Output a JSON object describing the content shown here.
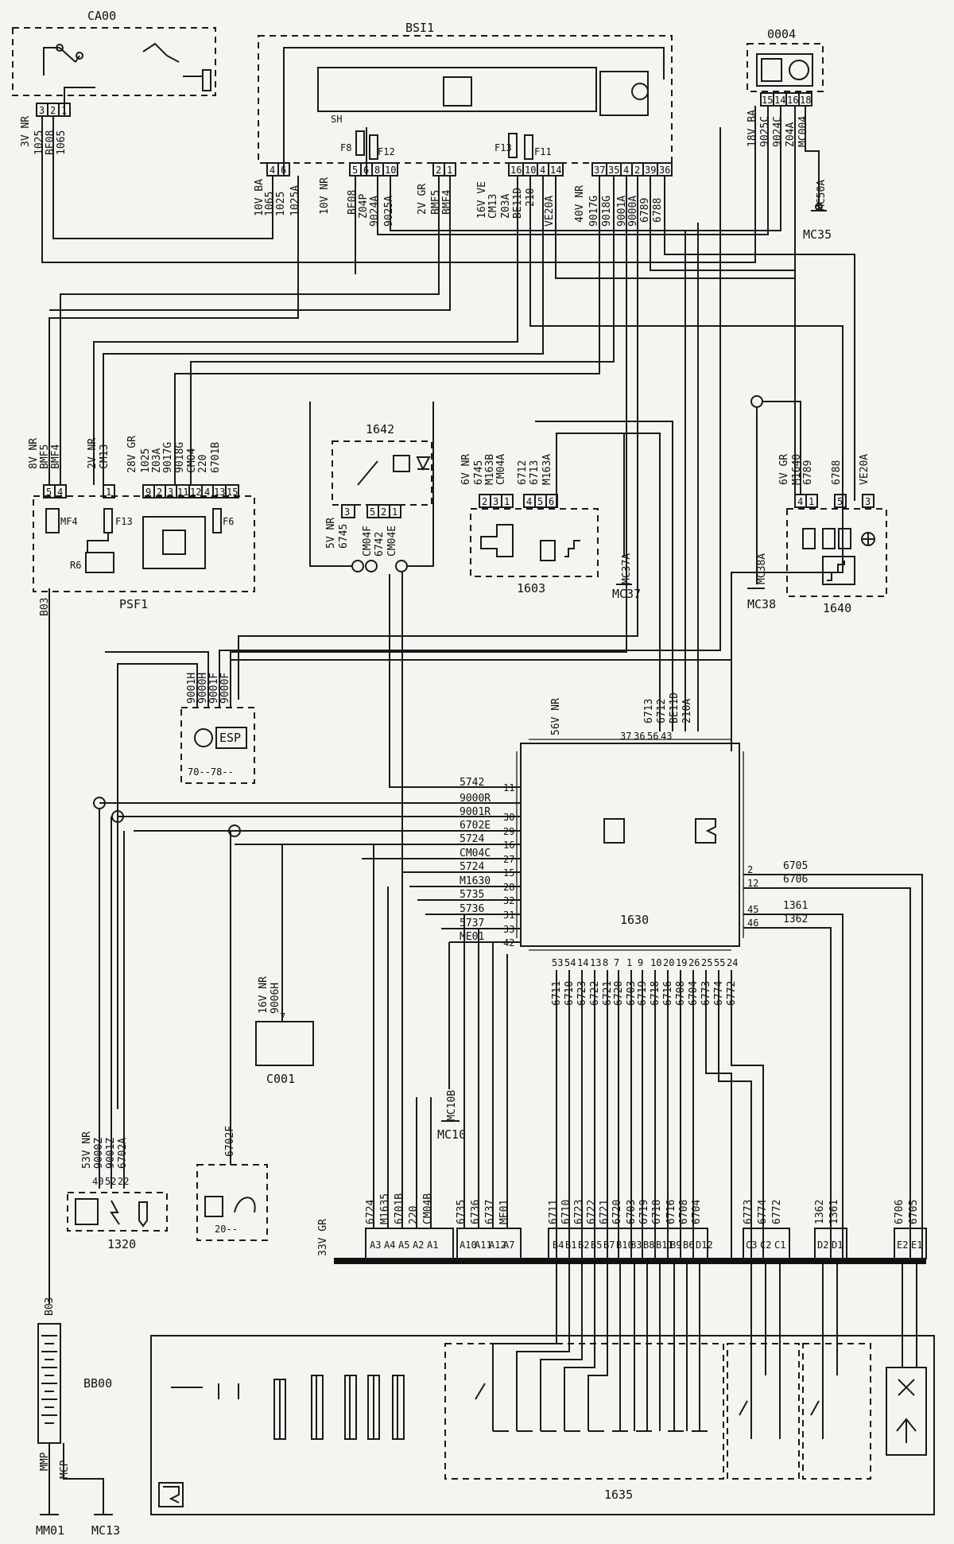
{
  "components": {
    "ca00": "CA00",
    "bsi1": "BSI1",
    "c0004": "0004",
    "psf1": "PSF1",
    "r1642": "1642",
    "c1603": "1603",
    "c1640": "1640",
    "c1630": "1630",
    "c1320": "1320",
    "c0001": "C001",
    "bb00": "BB00",
    "c1635": "1635",
    "esp_label": "ESP",
    "esp_id": "70--78--",
    "c20": "20--"
  },
  "grounds": [
    "MC35",
    "MC37",
    "MC38",
    "MC10",
    "MM01",
    "MC13",
    "MC50A",
    "MC37A",
    "MC38A",
    "MC10B",
    "MMP",
    "MCP",
    "B03"
  ],
  "connectors": {
    "ca00_conn": "3V NR",
    "bsi_10v": "10V BA",
    "bsi_10vnr": "10V NR",
    "bsi_2v": "2V GR",
    "bsi_16v": "16V VE",
    "bsi_40v": "40V NR",
    "c0004_conn": "18V BA",
    "psf_8v": "8V NR",
    "psf_2v": "2V NR",
    "psf_28v": "28V GR",
    "r1642_conn": "5V NR",
    "c1603_conn": "6V NR",
    "c1640_conn": "6V GR",
    "c1630_conn": "56V NR",
    "c0001_conn": "16V NR",
    "c1320_conn": "53V NR",
    "c1635_conn": "33V GR"
  },
  "fuses": [
    "F8",
    "F12",
    "F13",
    "F11",
    "F13",
    "F6",
    "MF4",
    "R6",
    "SH"
  ],
  "wires_ca00": {
    "pins": [
      "3",
      "2",
      "1"
    ],
    "labels": [
      "1025",
      "BE08",
      "1065"
    ]
  },
  "wires_bsi_left": {
    "pins": [
      "4",
      "6"
    ],
    "labels": [
      "1065",
      "1025",
      "1025A"
    ]
  },
  "wires_bsi_mid": {
    "pins": [
      "5",
      "6",
      "8",
      "10",
      "2",
      "1"
    ],
    "labels": [
      "BE08",
      "Z04P",
      "9024A",
      "9025A",
      "BMF5",
      "BMF4"
    ]
  },
  "wires_bsi_16v": {
    "pins": [
      "16",
      "10",
      "4",
      "14"
    ],
    "labels": [
      "CM13",
      "Z03A",
      "BE11D",
      "210",
      "VE20A"
    ]
  },
  "wires_bsi_40v": {
    "pins": [
      "37",
      "35",
      "4",
      "2",
      "39",
      "36"
    ],
    "labels": [
      "9017G",
      "9018G",
      "9001A",
      "9000A",
      "6789",
      "6788"
    ]
  },
  "wires_0004": {
    "pins": [
      "15",
      "14",
      "16",
      "18"
    ],
    "labels": [
      "9025C",
      "9024C",
      "Z04A",
      "MC004"
    ]
  },
  "wires_psf": {
    "pins": [
      "5",
      "4",
      "1",
      "9",
      "2",
      "3",
      "11",
      "12",
      "4",
      "13",
      "15"
    ],
    "labels": [
      "BMF5",
      "BMF4",
      "CM13",
      "1025",
      "Z03A",
      "9017G",
      "9018G",
      "CM04",
      "220",
      "6701B"
    ]
  },
  "wires_1642": {
    "pins": [
      "3",
      "5",
      "2",
      "1"
    ],
    "labels": [
      "6745",
      "CM04F",
      "6742",
      "CM04E"
    ]
  },
  "wires_1603": {
    "pins": [
      "2",
      "3",
      "1",
      "4",
      "5",
      "6"
    ],
    "labels": [
      "6745",
      "M163B",
      "CM04A",
      "6712",
      "6713",
      "M163A"
    ]
  },
  "wires_1640": {
    "pins": [
      "4",
      "1",
      "5",
      "3"
    ],
    "labels": [
      "M1640",
      "6789",
      "6788",
      "VE20A"
    ]
  },
  "wires_esp": {
    "labels": [
      "9001H",
      "9000H",
      "9001F",
      "9000F"
    ]
  },
  "wires_1630_top": {
    "pins": [
      "37",
      "36",
      "56",
      "43"
    ],
    "labels": [
      "6713",
      "6712",
      "BE11D",
      "210A"
    ]
  },
  "wires_1630_left": {
    "pins": [
      "11",
      "30",
      "29",
      "16",
      "27",
      "15",
      "28",
      "32",
      "31",
      "33",
      "42"
    ],
    "labels": [
      "5742",
      "9000R",
      "9001R",
      "6702E",
      "5724",
      "CM04C",
      "5724",
      "M1630",
      "5735",
      "5736",
      "5737",
      "ME01"
    ]
  },
  "wires_1630_right": {
    "pins": [
      "2",
      "12",
      "45",
      "46"
    ],
    "labels": [
      "6705",
      "6706",
      "1361",
      "1362"
    ]
  },
  "wires_1630_bottom": {
    "pins": [
      "53",
      "54",
      "14",
      "13",
      "8",
      "7",
      "1",
      "9",
      "10",
      "20",
      "19",
      "26",
      "25",
      "55",
      "24"
    ],
    "labels": [
      "6711",
      "6710",
      "6723",
      "6722",
      "6721",
      "6720",
      "6703",
      "6719",
      "6718",
      "6716",
      "6708",
      "6704",
      "6773",
      "6774",
      "6772"
    ]
  },
  "wires_c001": {
    "pins": [
      "7"
    ],
    "labels": [
      "9006H"
    ]
  },
  "wires_1320": {
    "pins": [
      "40",
      "52",
      "22"
    ],
    "labels": [
      "9000Z",
      "9001Z",
      "6702A"
    ]
  },
  "wires_20": {
    "labels": [
      "6702F"
    ]
  },
  "wires_1635_A": {
    "pins": [
      "A3",
      "A4",
      "A5",
      "A2",
      "A1",
      "A10",
      "A11",
      "A12",
      "A7"
    ],
    "labels": [
      "6724",
      "M1635",
      "6701B",
      "220",
      "CM04B",
      "6735",
      "6736",
      "6737",
      "ME01"
    ]
  },
  "wires_1635_B": {
    "pins": [
      "B4",
      "B1",
      "B2",
      "B5",
      "B7",
      "B10",
      "B3",
      "B8",
      "B11",
      "B9",
      "B6",
      "D12"
    ],
    "labels": [
      "6711",
      "6710",
      "6723",
      "6722",
      "6721",
      "6720",
      "6703",
      "6719",
      "6718",
      "6716",
      "6708",
      "6704"
    ]
  },
  "wires_1635_C": {
    "pins": [
      "C3",
      "C2",
      "C1"
    ],
    "labels": [
      "6773",
      "6774",
      "6772"
    ]
  },
  "wires_1635_D": {
    "pins": [
      "D2",
      "D1"
    ],
    "labels": [
      "1362",
      "1361"
    ]
  },
  "wires_1635_E": {
    "pins": [
      "E2",
      "E1"
    ],
    "labels": [
      "6706",
      "6705"
    ]
  }
}
